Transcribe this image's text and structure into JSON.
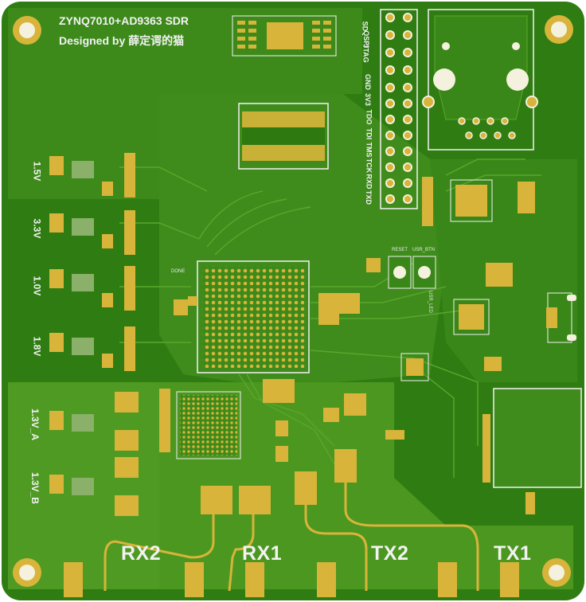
{
  "board": {
    "title": "ZYNQ7010+AD9363 SDR",
    "designed_by": "Designed by 薛定谔的猫"
  },
  "power_rails": [
    "1.5V",
    "3.3V",
    "1.0V",
    "1.8V",
    "1.3V_A",
    "1.3V_B"
  ],
  "jtag_header": {
    "labels": [
      "QSPI",
      "SD",
      "JTAG"
    ],
    "pins": [
      "GND",
      "3V3",
      "TDO",
      "TDI",
      "TMS",
      "TCK",
      "RXD",
      "TXD"
    ]
  },
  "buttons": {
    "reset": "RESET",
    "user": "USR_BTN"
  },
  "silk": {
    "done": "DONE",
    "usr_led": "USR_LED"
  },
  "rf_ports": [
    "RX2",
    "RX1",
    "TX2",
    "TX1"
  ],
  "colors": {
    "board_green": "#2f7d12",
    "copper_light": "#4f9a22",
    "gold": "#d8b43a",
    "silkscreen": "#f2f2f2"
  }
}
